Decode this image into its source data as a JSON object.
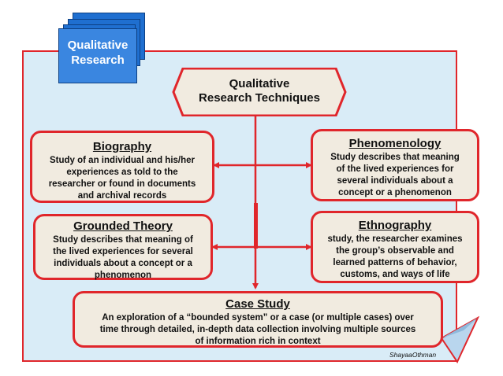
{
  "badge": {
    "line1": "Qualitative",
    "line2": "Research"
  },
  "header": {
    "line1": "Qualitative",
    "line2": "Research Techniques"
  },
  "boxes": {
    "biography": {
      "title": "Biography",
      "lines": [
        "Study of an individual  and his/her",
        "experiences as told to the",
        "researcher or found in documents",
        "and archival records"
      ]
    },
    "phenomenology": {
      "title": "Phenomenology",
      "lines": [
        "Study describes that meaning",
        "of the lived experiences for",
        "several individuals  about  a",
        "concept or a phenomenon"
      ]
    },
    "grounded_theory": {
      "title": "Grounded Theory",
      "lines": [
        "Study describes that meaning of",
        "the lived experiences for several",
        "individuals about a concept or a",
        "phenomenon"
      ]
    },
    "ethnography": {
      "title": "Ethnography",
      "lines": [
        "study, the researcher examines",
        "the group’s observable and",
        "learned patterns of behavior,",
        "customs, and ways of life"
      ]
    },
    "case_study": {
      "title": "Case Study",
      "lines": [
        "An exploration of a “bounded  system” or a case (or multiple cases) over",
        "time through detailed, in-depth data collection involving multiple sources",
        "of information rich in context"
      ]
    }
  },
  "signature": "ShayaaOthman",
  "colors": {
    "accent_red": "#e0262b",
    "panel_blue": "#d9ecf7",
    "box_fill": "#f1ebe0",
    "doc_blue": "#3a86e0"
  }
}
